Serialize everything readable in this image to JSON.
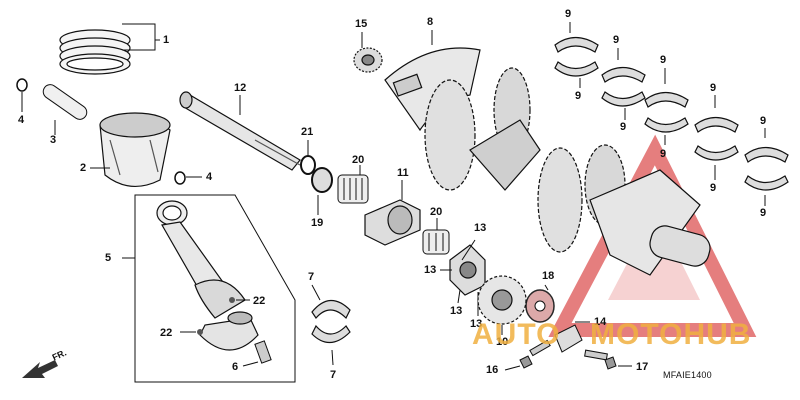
{
  "callouts": {
    "c1": "1",
    "c2": "2",
    "c3": "3",
    "c4a": "4",
    "c4b": "4",
    "c5": "5",
    "c6": "6",
    "c7a": "7",
    "c7b": "7",
    "c8": "8",
    "c9a": "9",
    "c9b": "9",
    "c9c": "9",
    "c9d": "9",
    "c9e": "9",
    "c9f": "9",
    "c9g": "9",
    "c9h": "9",
    "c9i": "9",
    "c9j": "9",
    "c10": "10",
    "c11": "11",
    "c12": "12",
    "c13a": "13",
    "c13b": "13",
    "c13c": "13",
    "c13d": "13",
    "c14": "14",
    "c15": "15",
    "c16": "16",
    "c17": "17",
    "c18": "18",
    "c19": "19",
    "c20a": "20",
    "c20b": "20",
    "c21": "21",
    "c22a": "22",
    "c22b": "22"
  },
  "front_marker": "FR.",
  "diagram_code": "MFAIE1400",
  "watermark": {
    "text_left": "AUTO",
    "text_right": "MOTOHUB",
    "color_orange": "#f0b040",
    "color_red": "#d83a3a"
  },
  "colors": {
    "line": "#111111",
    "fill_light": "#f2f2f2",
    "fill_mid": "#bfbfbf",
    "fill_dark": "#555555"
  }
}
